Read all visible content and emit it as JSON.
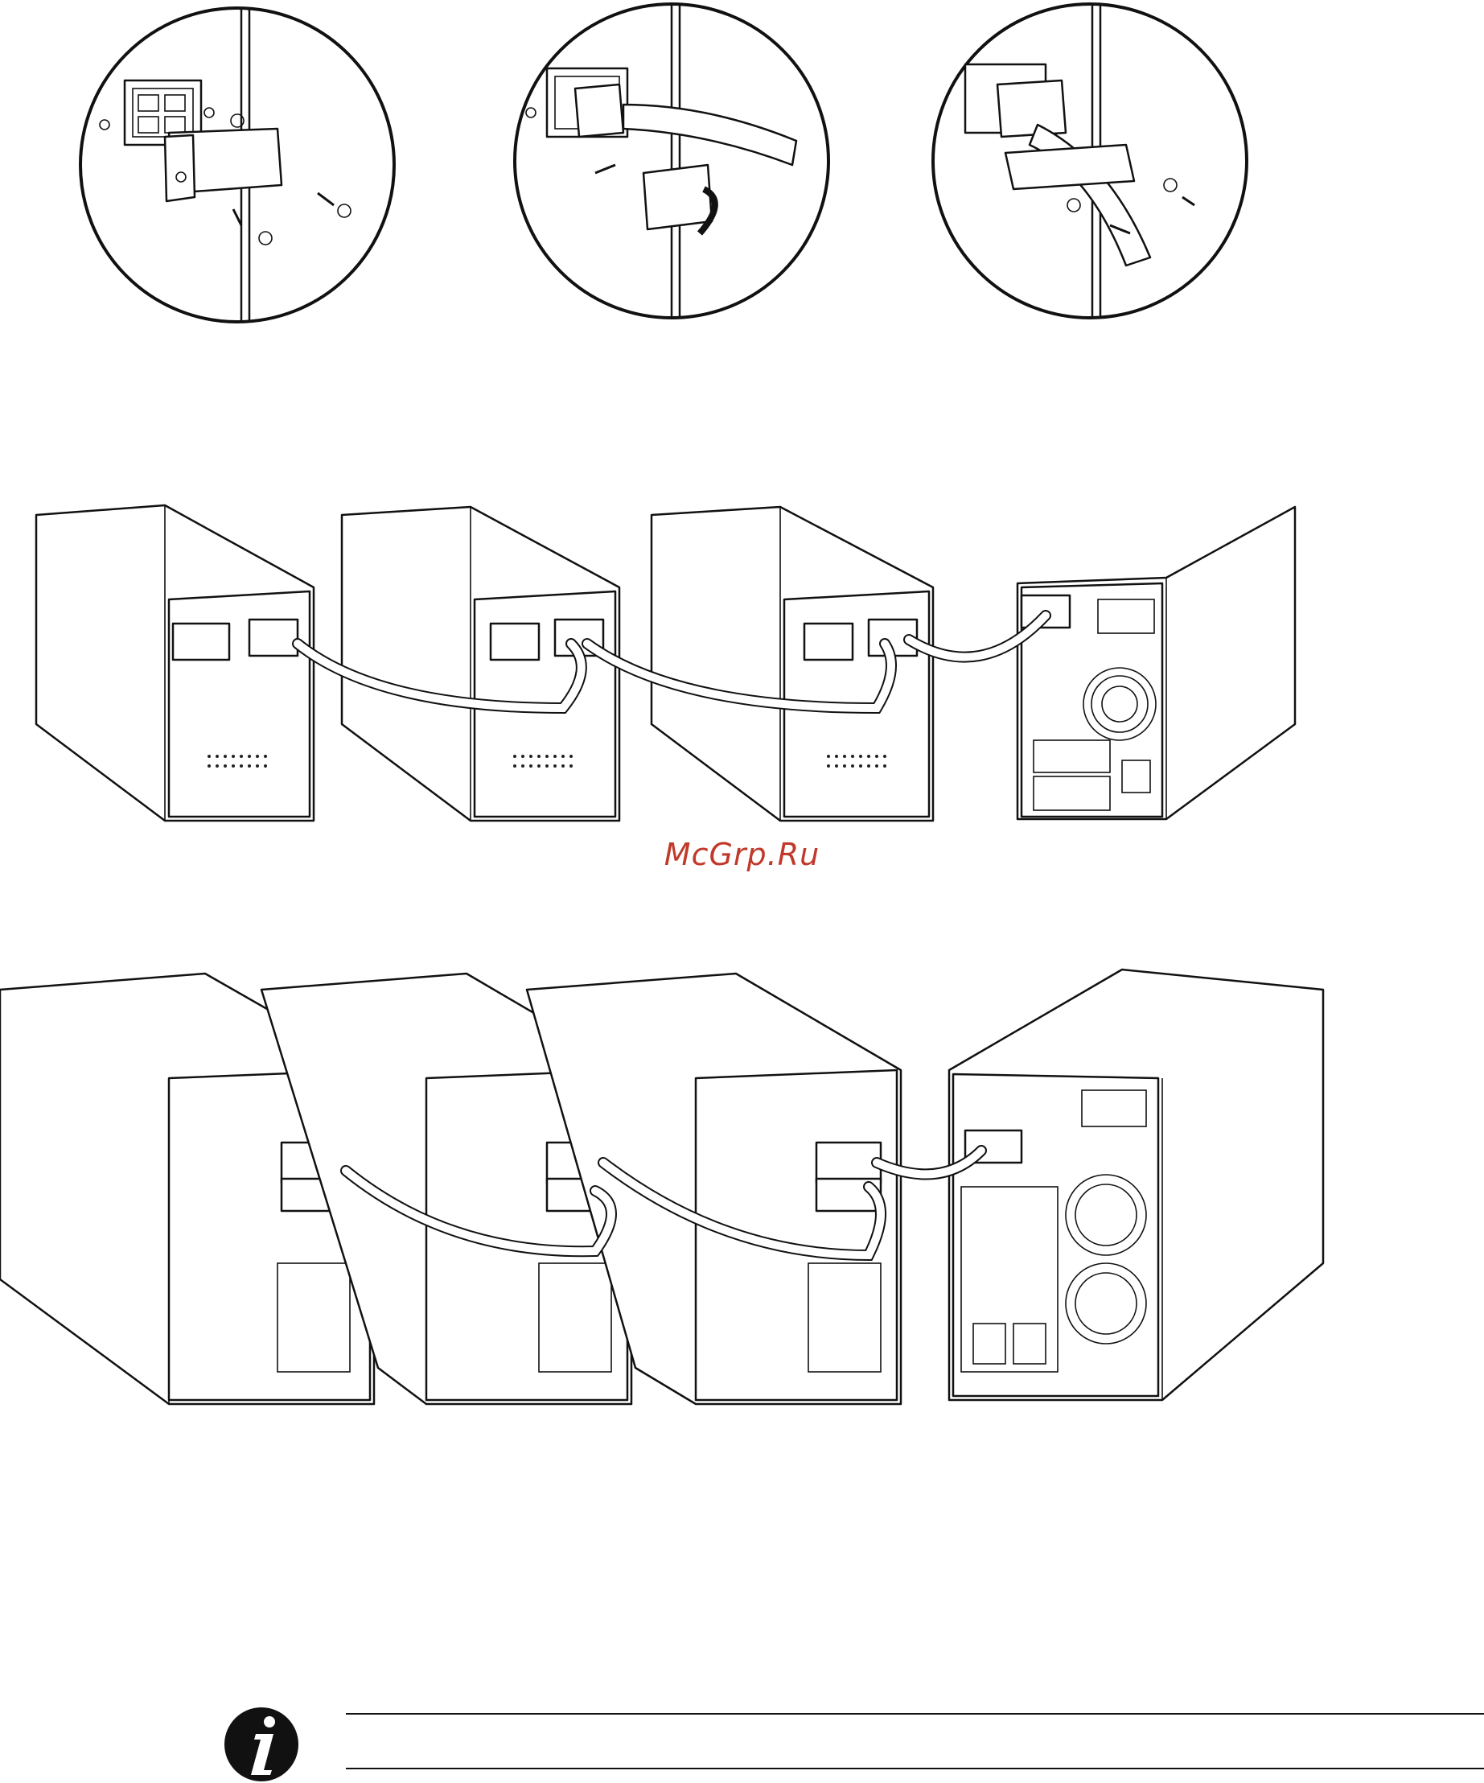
{
  "watermark": "McGrp.Ru",
  "steps": [
    {
      "id": "step-1",
      "icon": "bracket-removal"
    },
    {
      "id": "step-2",
      "icon": "cable-connect"
    },
    {
      "id": "step-3",
      "icon": "bracket-reinstall"
    }
  ],
  "rows": [
    {
      "id": "small-units",
      "cabinets": 4
    },
    {
      "id": "large-units",
      "cabinets": 4
    }
  ],
  "note": {
    "icon": "info-icon",
    "text": ""
  }
}
